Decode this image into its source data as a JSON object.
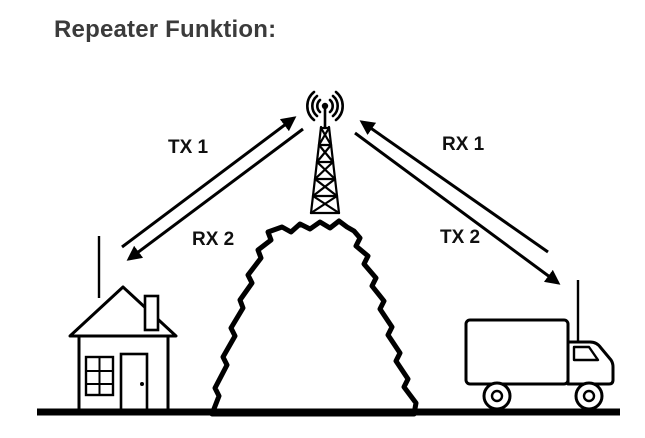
{
  "title": "Repeater Funktion:",
  "colors": {
    "background": "#ffffff",
    "ink": "#000000",
    "title_text": "#3b3b3b"
  },
  "diagram": {
    "links": {
      "tx1": "TX 1",
      "rx1": "RX 1",
      "rx2": "RX 2",
      "tx2": "TX 2"
    },
    "nodes": {
      "left_station": "house-with-antenna",
      "repeater": "radio-tower-with-signal-waves",
      "obstacle": "mountain",
      "right_station": "truck-with-antenna"
    }
  }
}
